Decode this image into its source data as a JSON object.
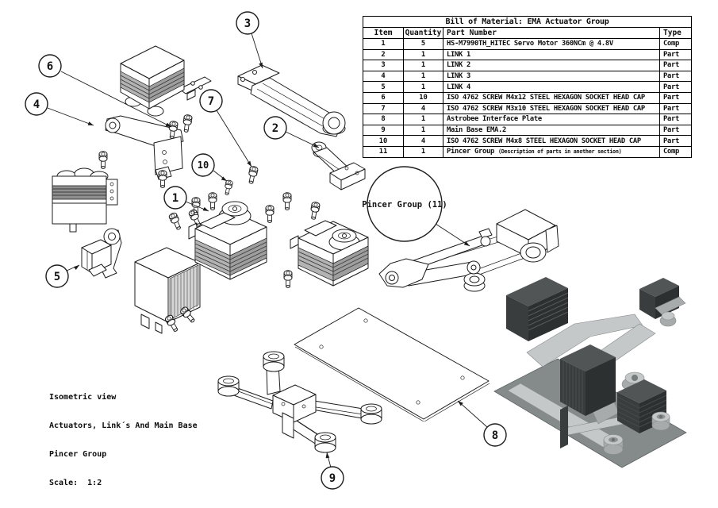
{
  "bom": {
    "title": "Bill of Material: EMA Actuator Group",
    "headers": {
      "item": "Item",
      "quantity": "Quantity",
      "part_number": "Part Number",
      "type": "Type"
    },
    "rows": [
      {
        "item": "1",
        "quantity": "5",
        "part_number": "HS-M7990TH_HITEC Servo Motor 360NCm @ 4.8V",
        "type": "Comp"
      },
      {
        "item": "2",
        "quantity": "1",
        "part_number": "LINK 1",
        "type": "Part"
      },
      {
        "item": "3",
        "quantity": "1",
        "part_number": "LINK 2",
        "type": "Part"
      },
      {
        "item": "4",
        "quantity": "1",
        "part_number": "LINK 3",
        "type": "Part"
      },
      {
        "item": "5",
        "quantity": "1",
        "part_number": "LINK 4",
        "type": "Part"
      },
      {
        "item": "6",
        "quantity": "10",
        "part_number": "ISO 4762 SCREW M4x12 STEEL HEXAGON SOCKET HEAD CAP",
        "type": "Part"
      },
      {
        "item": "7",
        "quantity": "4",
        "part_number": "ISO 4762 SCREW M3x10 STEEL HEXAGON SOCKET HEAD CAP",
        "type": "Part"
      },
      {
        "item": "8",
        "quantity": "1",
        "part_number": "Astrobee Interface Plate",
        "type": "Part"
      },
      {
        "item": "9",
        "quantity": "1",
        "part_number": "Main Base EMA.2",
        "type": "Part"
      },
      {
        "item": "10",
        "quantity": "4",
        "part_number": "ISO 4762 SCREW M4x8 STEEL HEXAGON SOCKET HEAD CAP",
        "type": "Part"
      },
      {
        "item": "11",
        "quantity": "1",
        "part_number": "Pincer Group ",
        "part_note": "(Description of parts in another section)",
        "type": "Comp"
      }
    ]
  },
  "balloons": {
    "b1": "1",
    "b2": "2",
    "b3": "3",
    "b4": "4",
    "b5": "5",
    "b6": "6",
    "b7": "7",
    "b8": "8",
    "b9": "9",
    "b10": "10"
  },
  "pincer_balloon_label": "Pincer Group (11)",
  "caption": {
    "line1": "Isometric view",
    "line2": "Actuators, Link´s And Main Base",
    "line3": "Pincer Group",
    "line4": "Scale:  1:2"
  },
  "colors": {
    "ink": "#1c1c1c",
    "paper": "#ffffff",
    "fin_gray": "#a8a8a8",
    "render_dark": "#333636",
    "render_light": "#c4c8c8",
    "render_plate": "#858a8b"
  }
}
